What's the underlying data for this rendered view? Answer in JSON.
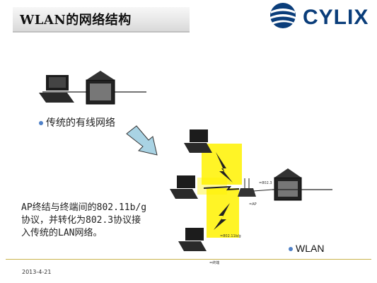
{
  "slide": {
    "title": "WLAN的网络结构",
    "logo_text": "CYLIX",
    "wired_caption": "传统的有线网络",
    "description_lines": [
      "AP终结与终端间的802.11b/g",
      "协议，并转化为802.3协议接",
      "入传统的LAN网络。"
    ],
    "wlan_legend": "WLAN",
    "date": "2013-4-21",
    "labels": {
      "ap": "AP",
      "wired_std": "802.3",
      "wireless_std": "802.11b/g",
      "terminal": "终端"
    }
  },
  "colors": {
    "logo_blue": "#0a3d7a",
    "flash_yellow": "#fff200",
    "arrow_fill": "#a9d3e4",
    "bullet_blue": "#4f80c7"
  }
}
